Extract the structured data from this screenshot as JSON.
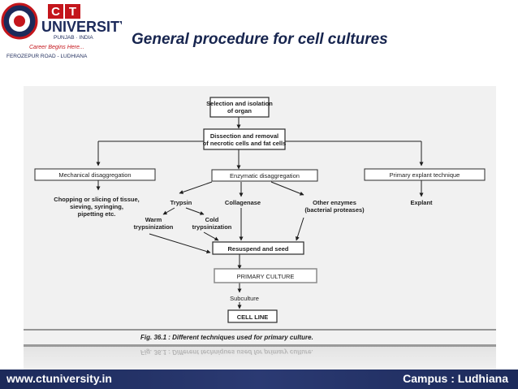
{
  "header": {
    "title": "General procedure for cell cultures",
    "logo": {
      "letters": [
        "C",
        "T"
      ],
      "name": "UNIVERSITY",
      "region": "PUNJAB · INDIA",
      "tagline": "Career Begins Here...",
      "address": "FEROZEPUR ROAD - LUDHIANA",
      "colors": {
        "red": "#c4161c",
        "navy": "#1c2a5a"
      }
    }
  },
  "diagram": {
    "nodes": {
      "selection": "Selection and isolation of organ",
      "selection_l1": "Selection and isolation",
      "selection_l2": "of organ",
      "dissection_l1": "Dissection and removal",
      "dissection_l2": "of necrotic cells and fat cells",
      "mechanical": "Mechanical disaggregation",
      "enzymatic": "Enzymatic disaggregation",
      "explant_technique": "Primary explant technique",
      "chopping_l1": "Chopping or slicing of tissue,",
      "chopping_l2": "sieving, syringing,",
      "chopping_l3": "pipetting etc.",
      "trypsin": "Trypsin",
      "collagenase": "Collagenase",
      "other_l1": "Other enzymes",
      "other_l2": "(bacterial proteases)",
      "explant": "Explant",
      "warm_l1": "Warm",
      "warm_l2": "trypsinization",
      "cold_l1": "Cold",
      "cold_l2": "trypsinization",
      "resuspend": "Resuspend and seed",
      "primary_culture": "PRIMARY CULTURE",
      "subculture": "Subculture",
      "cell_line": "CELL LINE"
    },
    "caption": "Fig. 36.1 : Different techniques used for primary culture.",
    "colors": {
      "box_border": "#2a2a2a",
      "enzyme_box_border": "#8a8a8a",
      "ink": "#1e1e1e"
    }
  },
  "footer": {
    "website": "www.ctuniversity.in",
    "campus": "Campus : Ludhiana"
  }
}
